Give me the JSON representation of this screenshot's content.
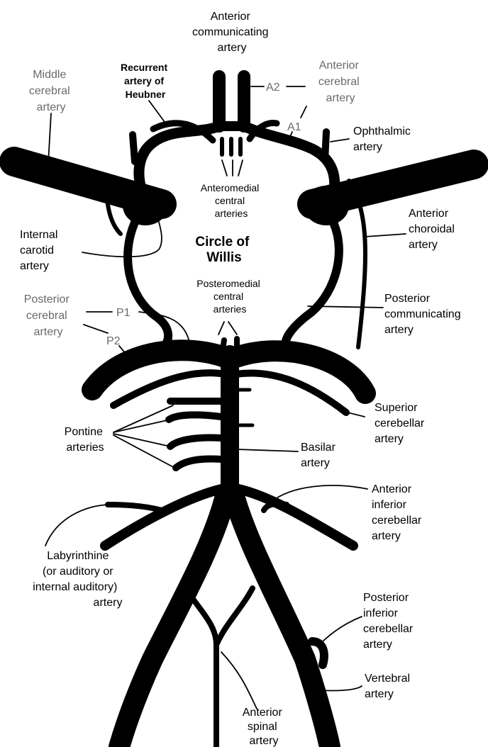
{
  "labels": {
    "acom": [
      "Anterior",
      "communicating",
      "artery"
    ],
    "mca": [
      "Middle",
      "cerebral",
      "artery"
    ],
    "heubner": [
      "Recurrent",
      "artery of",
      "Heubner"
    ],
    "aca": [
      "Anterior",
      "cerebral",
      "artery"
    ],
    "a2": "A2",
    "a1": "A1",
    "ophthalmic": [
      "Ophthalmic",
      "artery"
    ],
    "anteromedial": [
      "Anteromedial",
      "central",
      "arteries"
    ],
    "ica": [
      "Internal",
      "carotid",
      "artery"
    ],
    "circle": [
      "Circle of",
      "Willis"
    ],
    "choroidal": [
      "Anterior",
      "choroidal",
      "artery"
    ],
    "posteromedial": [
      "Posteromedial",
      "central",
      "arteries"
    ],
    "pca": [
      "Posterior",
      "cerebral",
      "artery"
    ],
    "p1": "P1",
    "p2": "P2",
    "pcom": [
      "Posterior",
      "communicating",
      "artery"
    ],
    "sca": [
      "Superior",
      "cerebellar",
      "artery"
    ],
    "pontine": [
      "Pontine",
      "arteries"
    ],
    "basilar": [
      "Basilar",
      "artery"
    ],
    "aica": [
      "Anterior",
      "inferior",
      "cerebellar",
      "artery"
    ],
    "labyrinthine": [
      "Labyrinthine",
      "(or auditory or",
      "internal auditory)",
      "artery"
    ],
    "pica": [
      "Posterior",
      "inferior",
      "cerebellar",
      "artery"
    ],
    "vertebral": [
      "Vertebral",
      "artery"
    ],
    "spinal": [
      "Anterior",
      "spinal",
      "artery"
    ]
  },
  "colors": {
    "vessel": "#000000",
    "gray_label": "#6a6a6a",
    "background": "#ffffff"
  }
}
